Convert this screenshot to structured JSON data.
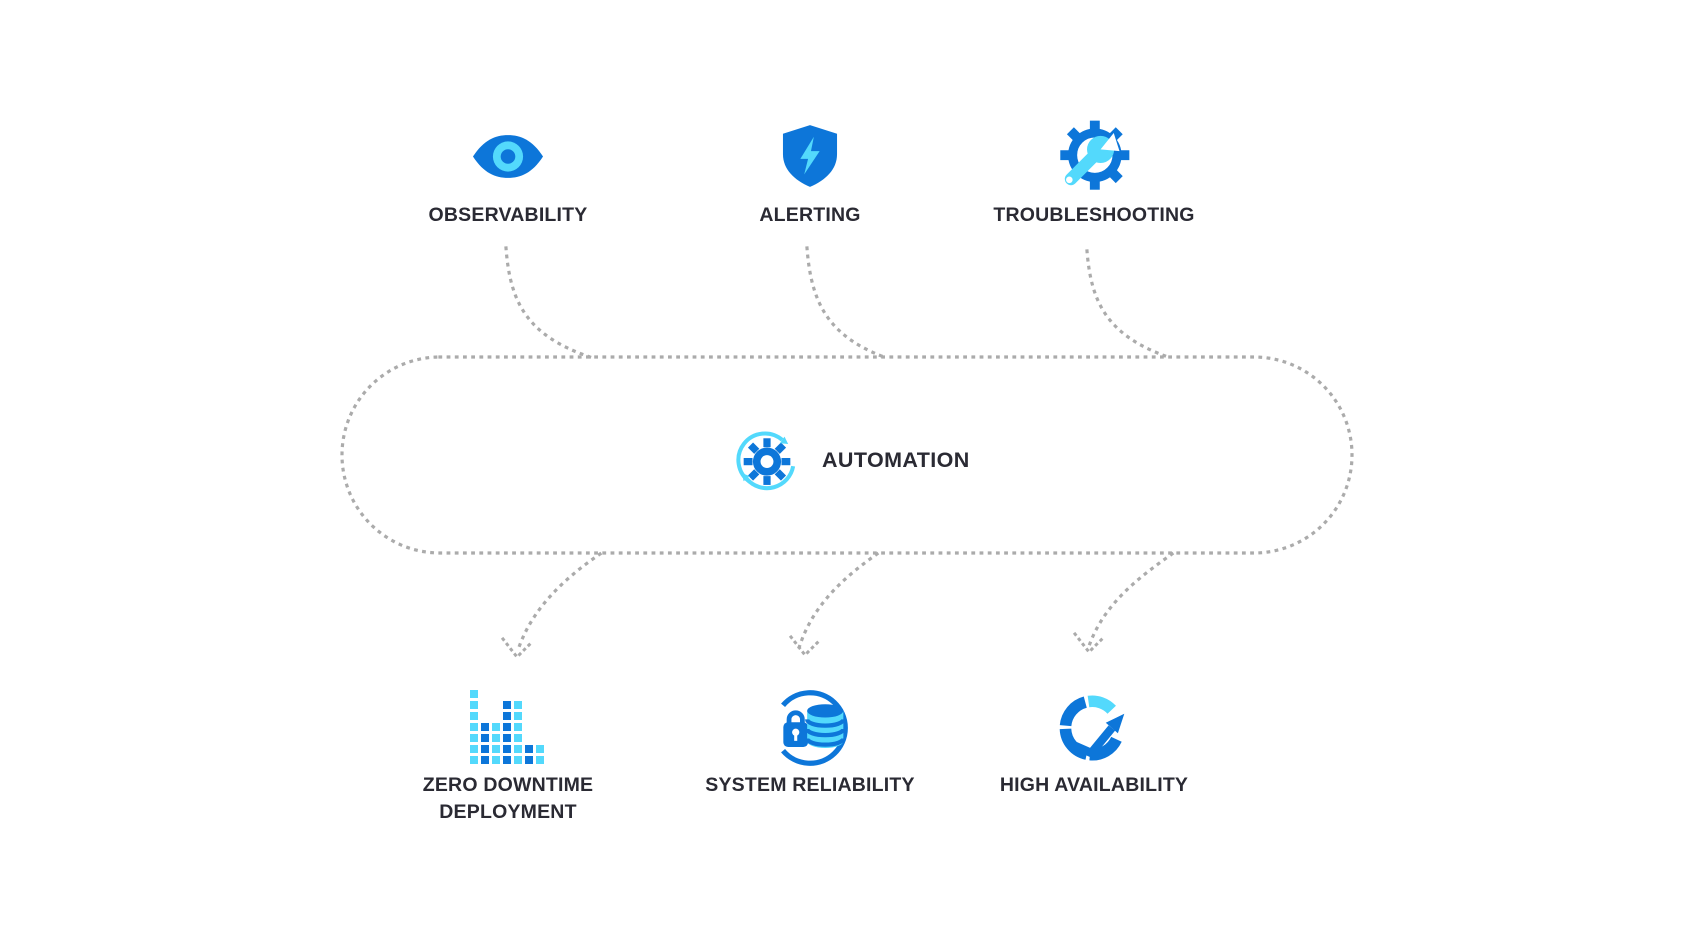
{
  "colors": {
    "primary_blue": "#0d76d9",
    "accent_cyan": "#53d9fc",
    "connector_gray": "#ababab",
    "label_color": "#2a2a33",
    "background": "#ffffff"
  },
  "diagram": {
    "inputs": [
      {
        "label": "OBSERVABILITY",
        "icon": "eye-icon"
      },
      {
        "label": "ALERTING",
        "icon": "shield-lightning-icon"
      },
      {
        "label": "TROUBLESHOOTING",
        "icon": "gear-wrench-icon"
      }
    ],
    "center": {
      "label": "AUTOMATION",
      "icon": "gear-sync-icon"
    },
    "outputs": [
      {
        "label": "ZERO DOWNTIME DEPLOYMENT",
        "lines": [
          "ZERO DOWNTIME",
          "DEPLOYMENT"
        ],
        "icon": "pixel-bar-chart-icon"
      },
      {
        "label": "SYSTEM RELIABILITY",
        "lines": [
          "SYSTEM RELIABILITY"
        ],
        "icon": "database-lock-icon"
      },
      {
        "label": "HIGH AVAILABILITY",
        "lines": [
          "HIGH AVAILABILITY"
        ],
        "icon": "gauge-trend-arrow-icon"
      }
    ]
  }
}
